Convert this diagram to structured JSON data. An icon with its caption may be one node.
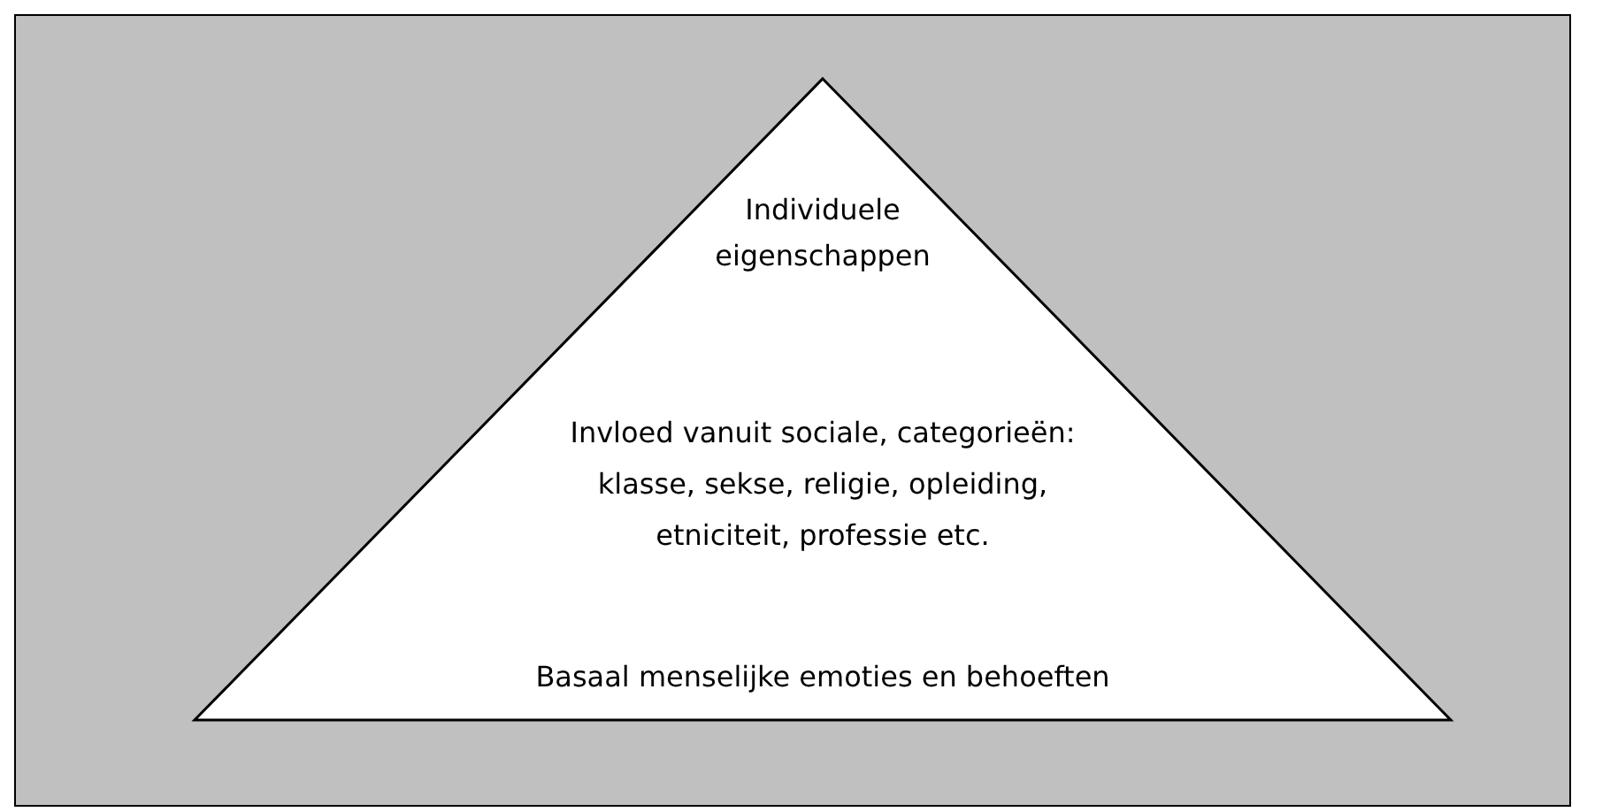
{
  "diagram": {
    "nodes": [
      {
        "text": [
          "Individuele eigenschappen",
          "Invloed vanuit sociale, categorieën: klasse, sekse, religie, opleiding, etniciteit, professie etc.",
          "Basaal menselijke emoties en behoeften"
        ]
      }
    ]
  }
}
